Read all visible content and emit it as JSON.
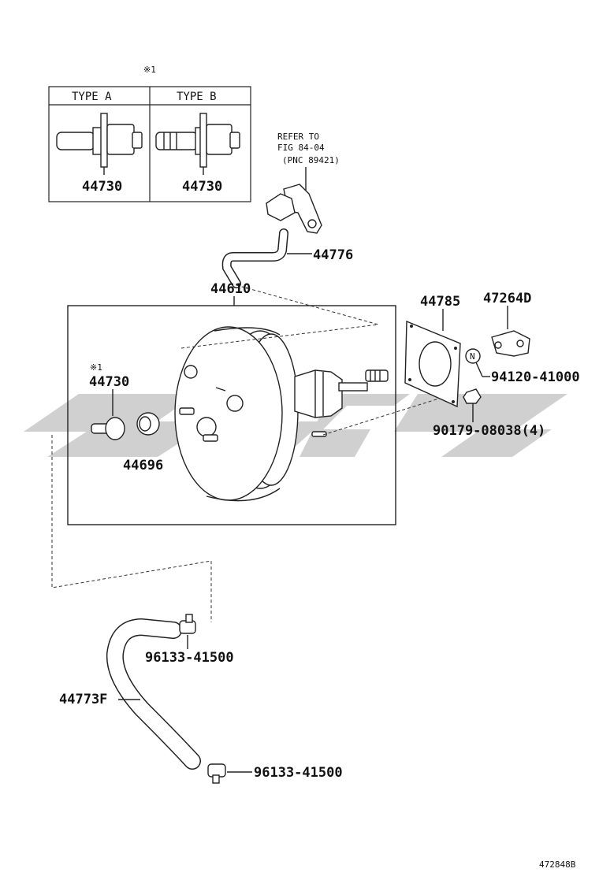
{
  "inset": {
    "note_mark": "※1",
    "columns": [
      {
        "header": "TYPE A",
        "part": "44730"
      },
      {
        "header": "TYPE B",
        "part": "44730"
      }
    ]
  },
  "refer": {
    "line1": "REFER TO",
    "line2": "FIG 84-04",
    "line3": "(PNC 89421)"
  },
  "labels": {
    "hose_upper": "44776",
    "booster_assy": "44610",
    "gasket": "44785",
    "clevis": "47264D",
    "nut_code": "N",
    "nut": "94120-41000",
    "nut2": "90179-08038(4)",
    "valve_mark": "※1",
    "valve": "44730",
    "grommet": "44696",
    "clip_upper": "96133-41500",
    "hose_lower": "44773F",
    "clip_lower": "96133-41500"
  },
  "figure_id": "472848B",
  "watermark_color": "#c8c8c8"
}
